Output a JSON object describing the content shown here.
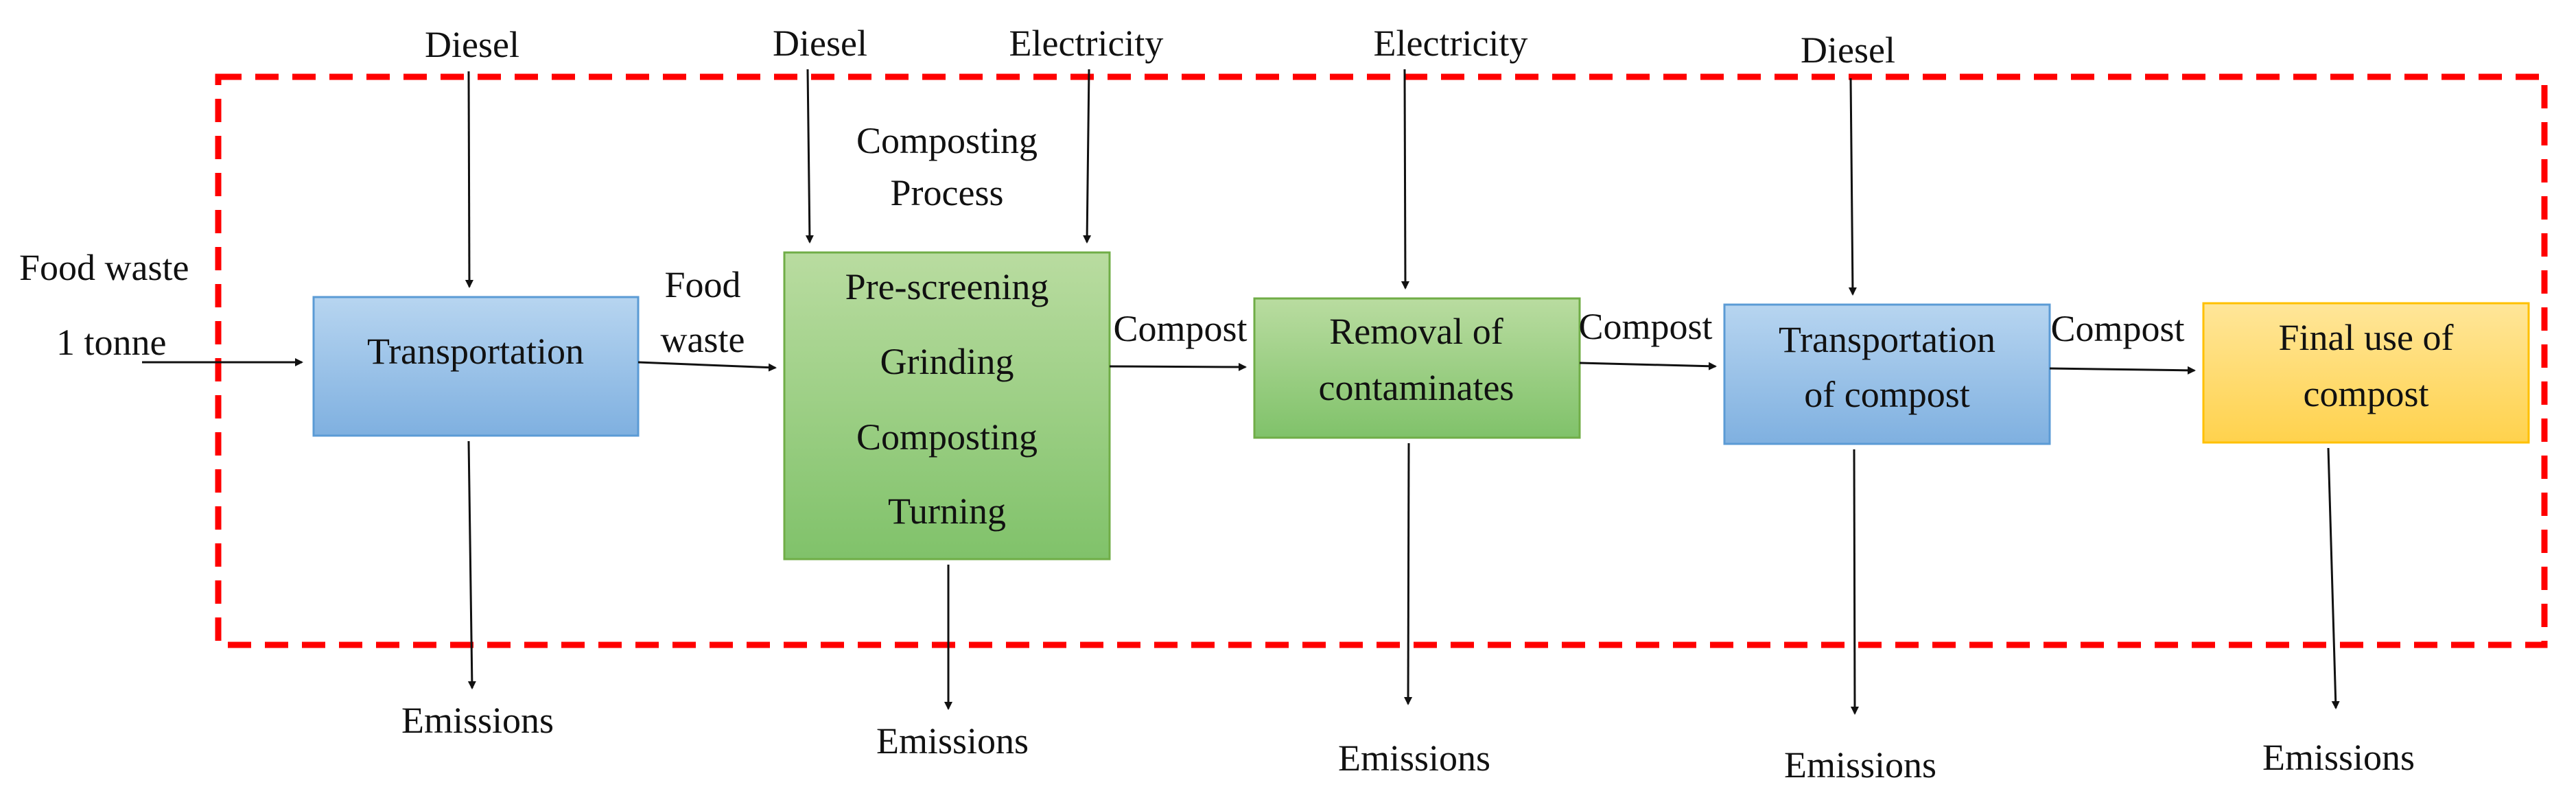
{
  "inputs": {
    "feed_label_1": "Food waste",
    "feed_label_2": "1 tonne",
    "diesel_1": "Diesel",
    "diesel_2": "Diesel",
    "electricity_1": "Electricity",
    "electricity_2": "Electricity",
    "diesel_3": "Diesel"
  },
  "process_note": {
    "line1": "Composting",
    "line2": "Process"
  },
  "boxes": {
    "transportation": {
      "line1": "Transportation",
      "fill": "#9DC3E6",
      "border": "#5B9BD5"
    },
    "composting": {
      "line1": "Pre-screening",
      "line2": "Grinding",
      "line3": "Composting",
      "line4": "Turning",
      "fill": "#A9D18E",
      "border": "#70AD47"
    },
    "removal": {
      "line1": "Removal of",
      "line2": "contaminates",
      "fill": "#A9D18E",
      "border": "#70AD47"
    },
    "transport_compost": {
      "line1": "Transportation",
      "line2": "of compost",
      "fill": "#9DC3E6",
      "border": "#5B9BD5"
    },
    "final_use": {
      "line1": "Final use of",
      "line2": "compost",
      "fill": "#FFD966",
      "border": "#FFC000"
    }
  },
  "flows": {
    "food_waste_1": "Food",
    "food_waste_2": "waste",
    "compost_1": "Compost",
    "compost_2": "Compost",
    "compost_3": "Compost"
  },
  "outputs": {
    "emissions_1": "Emissions",
    "emissions_2": "Emissions",
    "emissions_3": "Emissions",
    "emissions_4": "Emissions",
    "emissions_5": "Emissions"
  },
  "boundary_color": "#FF0000"
}
